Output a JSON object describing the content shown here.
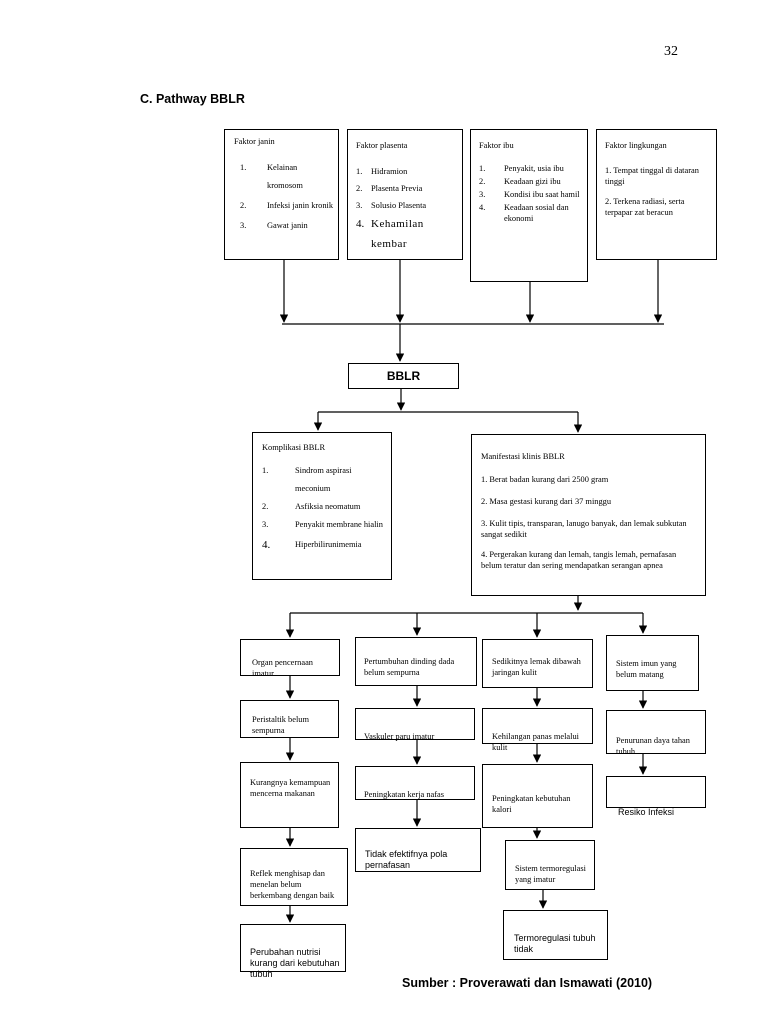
{
  "page_number": "32",
  "heading": "C. Pathway BBLR",
  "factors": {
    "janin": {
      "title": "Faktor janin",
      "items": [
        {
          "num": "1.",
          "text": "Kelainan kromosom"
        },
        {
          "num": "2.",
          "text": "Infeksi janin kronik"
        },
        {
          "num": "3.",
          "text": "Gawat janin"
        }
      ]
    },
    "plasenta": {
      "title": "Faktor plasenta",
      "items": [
        {
          "num": "1.",
          "text": "Hidramion"
        },
        {
          "num": "2.",
          "text": "Plasenta Previa"
        },
        {
          "num": "3.",
          "text": "Solusio Plasenta"
        },
        {
          "num": "4.",
          "text": "Kehamilan kembar"
        }
      ]
    },
    "ibu": {
      "title": "Faktor ibu",
      "items": [
        {
          "num": "1.",
          "text": "Penyakit, usia ibu"
        },
        {
          "num": "2.",
          "text": "Keadaan gizi ibu"
        },
        {
          "num": "3.",
          "text": "Kondisi ibu saat hamil"
        },
        {
          "num": "4.",
          "text": "Keadaan sosial dan ekonomi"
        }
      ]
    },
    "lingkungan": {
      "title": "Faktor lingkungan",
      "items": [
        {
          "num": "",
          "text": "1. Tempat tinggal di dataran tinggi"
        },
        {
          "num": "",
          "text": "2. Terkena radiasi, serta terpapar zat beracun"
        }
      ]
    }
  },
  "bblr": "BBLR",
  "komplikasi": {
    "title": "Komplikasi BBLR",
    "items": [
      {
        "num": "1.",
        "text": "Sindrom aspirasi meconium"
      },
      {
        "num": "2.",
        "text": "Asfiksia neomatum"
      },
      {
        "num": "3.",
        "text": "Penyakit membrane hialin"
      },
      {
        "num": "4.",
        "text": "Hiperbilirunimemia"
      }
    ]
  },
  "manifestasi": {
    "title": "Manifestasi klinis BBLR",
    "items": [
      "1. Berat badan kurang dari 2500 gram",
      "2. Masa gestasi kurang dari 37 minggu",
      "3. Kulit tipis, transparan, lanugo banyak, dan lemak subkutan sangat sedikit",
      "4. Pergerakan kurang dan lemah, tangis lemah, pernafasan belum teratur dan sering mendapatkan serangan apnea"
    ]
  },
  "col1": [
    "Organ pencernaan imatur",
    "Peristaltik belum sempurna",
    "Kurangnya kemampuan mencerna makanan",
    "Reflek menghisap dan menelan belum berkembang dengan baik",
    "Perubahan nutrisi kurang dari kebutuhan tubuh"
  ],
  "col2": [
    "Pertumbuhan dinding dada belum sempurna",
    "Vaskuler paru imatur",
    "Peningkatan kerja nafas",
    "Tidak efektifnya pola pernafasan"
  ],
  "col3": [
    "Sedikitnya lemak dibawah jaringan kulit",
    "Kehilangan panas melalui kulit",
    "Peningkatan kebutuhan kalori",
    "Sistem termoregulasi yang imatur",
    "Termoregulasi tubuh tidak"
  ],
  "col4": [
    "Sistem imun yang belum matang",
    "Penurunan daya tahan tubuh",
    "Resiko Infeksi"
  ],
  "source": "Sumber : Proverawati dan Ismawati (2010)"
}
